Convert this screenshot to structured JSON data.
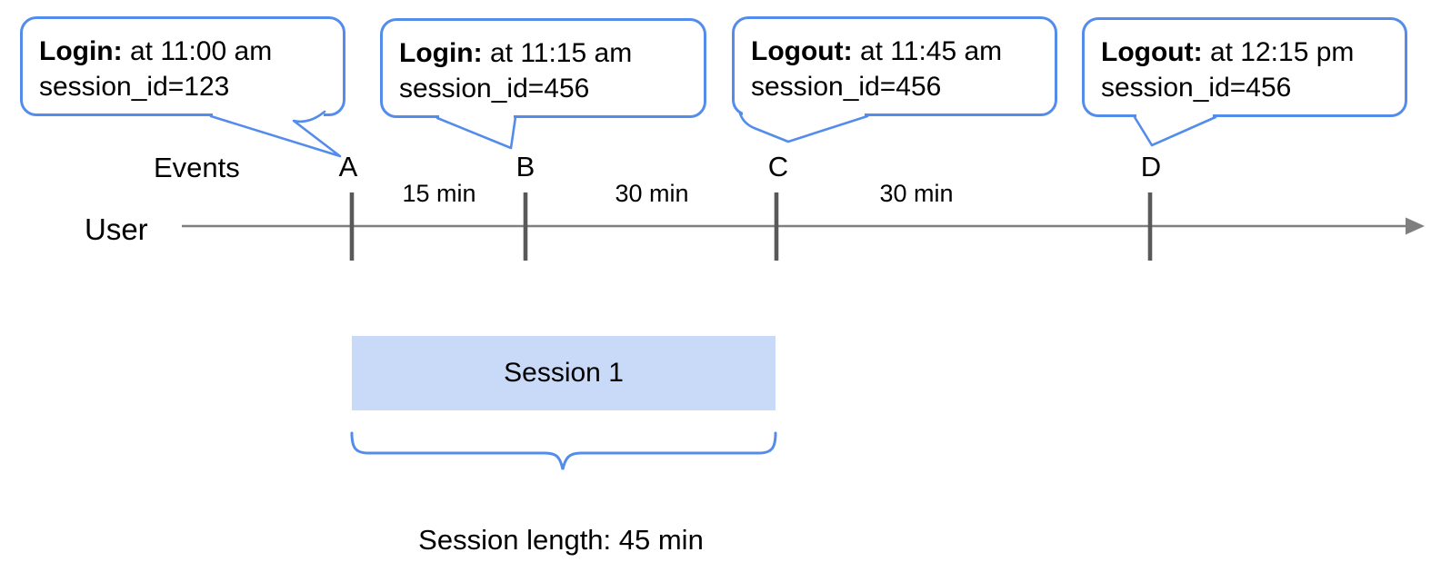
{
  "diagram": {
    "callouts": [
      {
        "event": "A",
        "title": "Login:",
        "time": " at 11:00 am",
        "detail": "session_id=123"
      },
      {
        "event": "B",
        "title": "Login:",
        "time": " at 11:15 am",
        "detail": "session_id=456"
      },
      {
        "event": "C",
        "title": "Logout:",
        "time": " at 11:45 am",
        "detail": "session_id=456"
      },
      {
        "event": "D",
        "title": "Logout:",
        "time": " at 12:15 pm",
        "detail": "session_id=456"
      }
    ],
    "events_label": "Events",
    "user_label": "User",
    "timeline": {
      "ticks": [
        "A",
        "B",
        "C",
        "D"
      ],
      "intervals": [
        "15 min",
        "30 min",
        "30 min"
      ]
    },
    "session": {
      "label": "Session 1",
      "length_label": "Session length: 45 min"
    },
    "colors": {
      "accent_blue": "#548ceb",
      "session_fill": "#c9daf8",
      "line_gray": "#7f7f7f",
      "tick_gray": "#595959",
      "text_black": "#000000"
    }
  }
}
